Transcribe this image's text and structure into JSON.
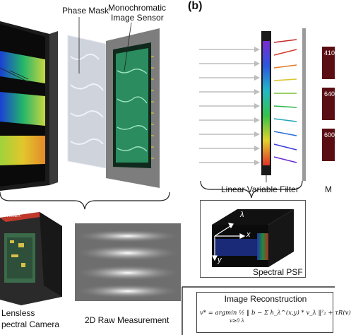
{
  "panel_b_label": "(b)",
  "labels": {
    "phase_mask": "Phase Mask",
    "sensor_line1": "Monochromatic",
    "sensor_line2": "Image Sensor",
    "lvf": "Linear Variable Filter",
    "cut_right": "M",
    "camera_line1": "Lensless",
    "camera_line2": "pectral Camera",
    "raw": "2D Raw Measurement",
    "spectral_psf": "Spectral PSF",
    "recon_title": "Image Reconstruction",
    "axis_lambda": "λ",
    "axis_x": "x",
    "axis_y": "y",
    "camera_brand": "XIMEA"
  },
  "wavelength_tags": [
    "410",
    "640",
    "600"
  ],
  "equation": "v* = argmin ½ ‖ b − Σ h_λ^(x,y) * v_λ ‖²₂ + τR(v)",
  "equation_sub": "v≥0        λ"
}
